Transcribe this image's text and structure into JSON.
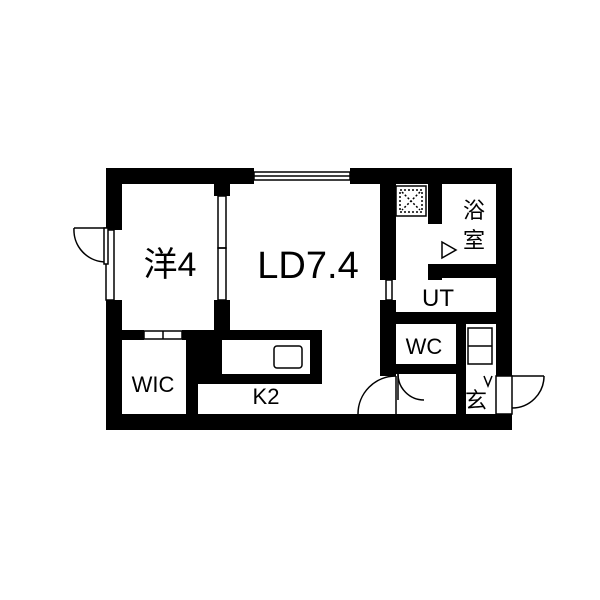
{
  "rooms": {
    "western_room": "洋4",
    "living_dining": "LD7.4",
    "walk_in_closet": "WIC",
    "kitchen": "K2",
    "bathroom_line1": "浴",
    "bathroom_line2": "室",
    "utility": "UT",
    "toilet": "WC",
    "entrance": "玄"
  },
  "colors": {
    "wall": "#000000",
    "background": "#ffffff"
  }
}
